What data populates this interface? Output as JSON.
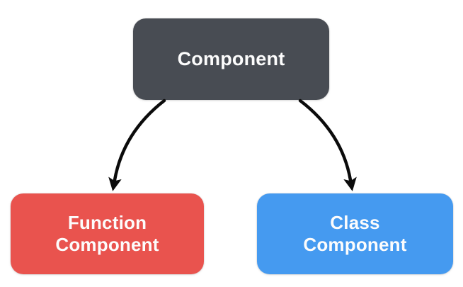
{
  "diagram": {
    "background": "#ffffff",
    "text_color": "#fcfcfc",
    "arrow_color": "#0b0b0b",
    "nodes": [
      {
        "id": "component",
        "lines": [
          "Component"
        ],
        "color": "#484c53"
      },
      {
        "id": "function-component",
        "lines": [
          "Function",
          "Component"
        ],
        "color": "#e9534e"
      },
      {
        "id": "class-component",
        "lines": [
          "Class",
          "Component"
        ],
        "color": "#459af0"
      }
    ],
    "edges": [
      {
        "from": "component",
        "to": "function-component"
      },
      {
        "from": "component",
        "to": "class-component"
      }
    ]
  }
}
